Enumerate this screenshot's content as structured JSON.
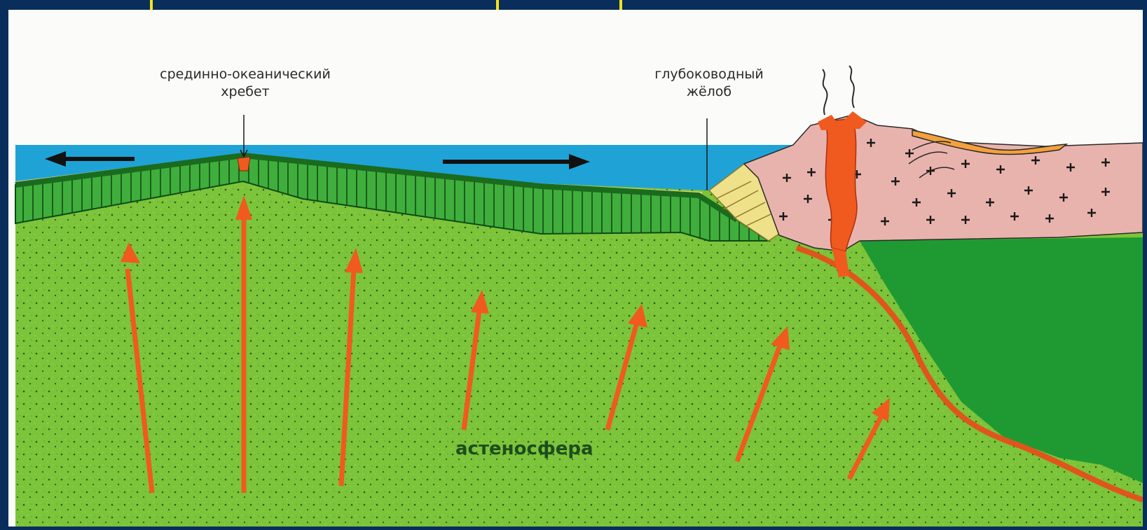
{
  "labels": {
    "ridge_line1": "срединно-океанический",
    "ridge_line2": "хребет",
    "trench_line1": "глубоководный",
    "trench_line2": "жёлоб",
    "asthenosphere": "астеносфера"
  },
  "colors": {
    "frame": "#0a2e5c",
    "frame_ticks": "#f4e31a",
    "ocean": "#1fa3d6",
    "asthenosphere": "#7cc43a",
    "oceanic_crust": "#2e9a3a",
    "continental_crust": "#e9b3ad",
    "continental_mantle": "#1f9a33",
    "magma": "#f05a1e",
    "sediments": "#efe08a"
  },
  "icons": [
    "left-arrow-icon",
    "right-arrow-icon",
    "up-arrow-icon",
    "volcano-icon",
    "plus-sign-icon"
  ]
}
